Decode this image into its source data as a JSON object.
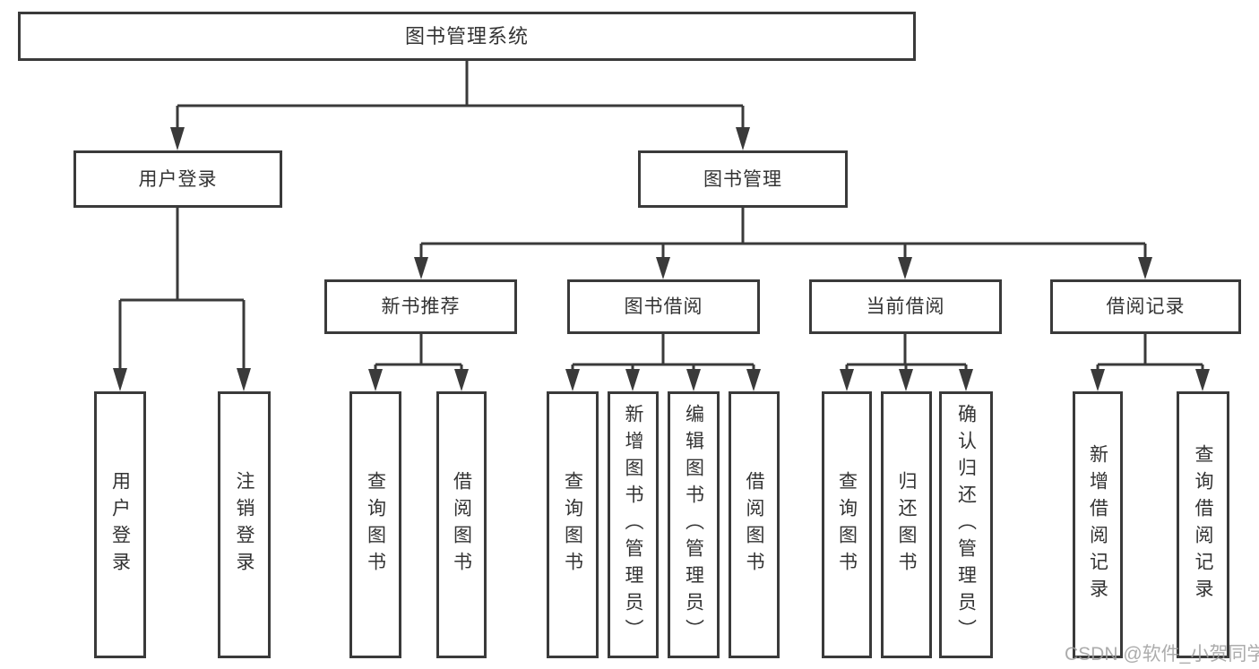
{
  "colors": {
    "line": "#3a3a3a",
    "text": "#333333",
    "box-bg": "#ffffff",
    "watermark": "#9e9e9e"
  },
  "watermark": "CSDN @软件_小贺同学",
  "tree": {
    "root": {
      "label": "图书管理系统"
    },
    "level2": [
      {
        "label": "用户登录",
        "parent": "图书管理系统"
      },
      {
        "label": "图书管理",
        "parent": "图书管理系统"
      }
    ],
    "level3": [
      {
        "label": "新书推荐",
        "parent": "图书管理"
      },
      {
        "label": "图书借阅",
        "parent": "图书管理"
      },
      {
        "label": "当前借阅",
        "parent": "图书管理"
      },
      {
        "label": "借阅记录",
        "parent": "图书管理"
      }
    ],
    "leaves": [
      {
        "label": "用户登录",
        "parent": "用户登录"
      },
      {
        "label": "注销登录",
        "parent": "用户登录"
      },
      {
        "label": "查询图书",
        "parent": "新书推荐"
      },
      {
        "label": "借阅图书",
        "parent": "新书推荐"
      },
      {
        "label": "查询图书",
        "parent": "图书借阅"
      },
      {
        "label": "新增图书（管理员）",
        "parent": "图书借阅"
      },
      {
        "label": "编辑图书（管理员）",
        "parent": "图书借阅"
      },
      {
        "label": "借阅图书",
        "parent": "图书借阅"
      },
      {
        "label": "查询图书",
        "parent": "当前借阅"
      },
      {
        "label": "归还图书",
        "parent": "当前借阅"
      },
      {
        "label": "确认归还（管理员）",
        "parent": "当前借阅"
      },
      {
        "label": "新增借阅记录",
        "parent": "借阅记录"
      },
      {
        "label": "查询借阅记录",
        "parent": "借阅记录"
      }
    ]
  }
}
